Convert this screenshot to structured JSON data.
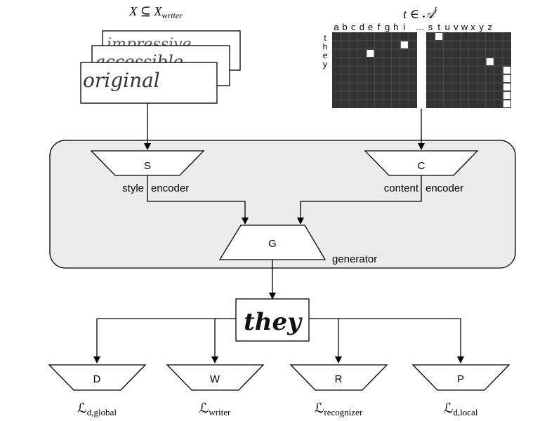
{
  "inputs": {
    "style_set_label": "X ⊆ X",
    "style_set_subscript": "writer",
    "style_images": [
      "impressive",
      "accessible",
      "original"
    ],
    "content_label": "t ∈ 𝒜",
    "content_superscript": "l",
    "alphabet_top": [
      "a",
      "b",
      "c",
      "d",
      "e",
      "f",
      "g",
      "h",
      "i",
      "…",
      "s",
      "t",
      "u",
      "v",
      "w",
      "x",
      "y",
      "z"
    ],
    "word_letters": [
      "t",
      "h",
      "e",
      "y"
    ]
  },
  "encoders": {
    "style": {
      "symbol": "S",
      "caption_left": "style",
      "caption_right": "encoder"
    },
    "content": {
      "symbol": "C",
      "caption_left": "content",
      "caption_right": "encoder"
    }
  },
  "generator": {
    "symbol": "G",
    "caption": "generator"
  },
  "output_word": "they",
  "discriminators": [
    {
      "symbol": "D",
      "loss_main": "d,global"
    },
    {
      "symbol": "W",
      "loss_main": "writer"
    },
    {
      "symbol": "R",
      "loss_main": "recognizer"
    },
    {
      "symbol": "P",
      "loss_main": "d,local"
    }
  ],
  "loss_prefix": "ℒ",
  "colors": {
    "panel_fill": "#ececec",
    "grid_dark": "#333333",
    "grid_cell_on": "#ffffff",
    "stroke": "#000000"
  }
}
